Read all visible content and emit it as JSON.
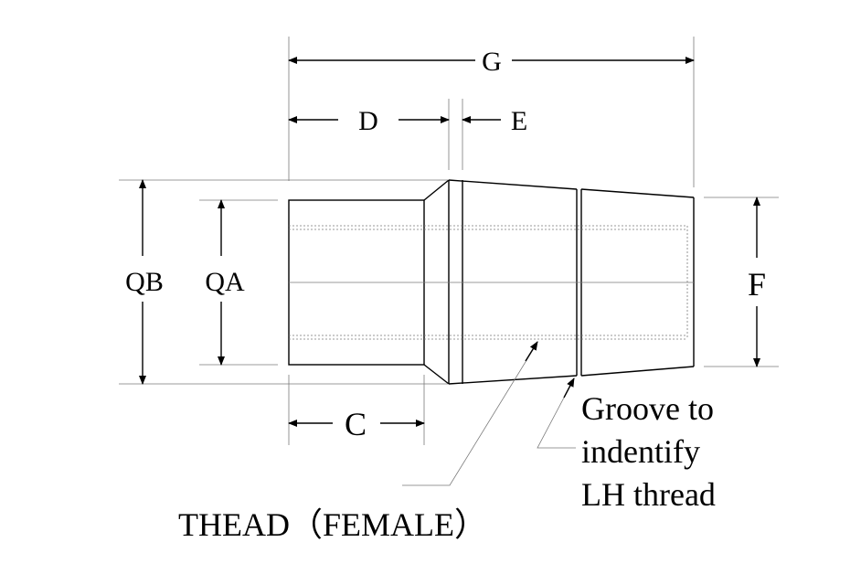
{
  "dimensions": {
    "g": "G",
    "d": "D",
    "e": "E",
    "qb": "QB",
    "qa": "QA",
    "f": "F",
    "c": "C"
  },
  "notes": {
    "groove_line1": "Groove to",
    "groove_line2": "indentify",
    "groove_line3": "LH thread",
    "thread": "THEAD（FEMALE）"
  },
  "colors": {
    "line": "#000000",
    "hidden_line": "#7a7a7a"
  }
}
